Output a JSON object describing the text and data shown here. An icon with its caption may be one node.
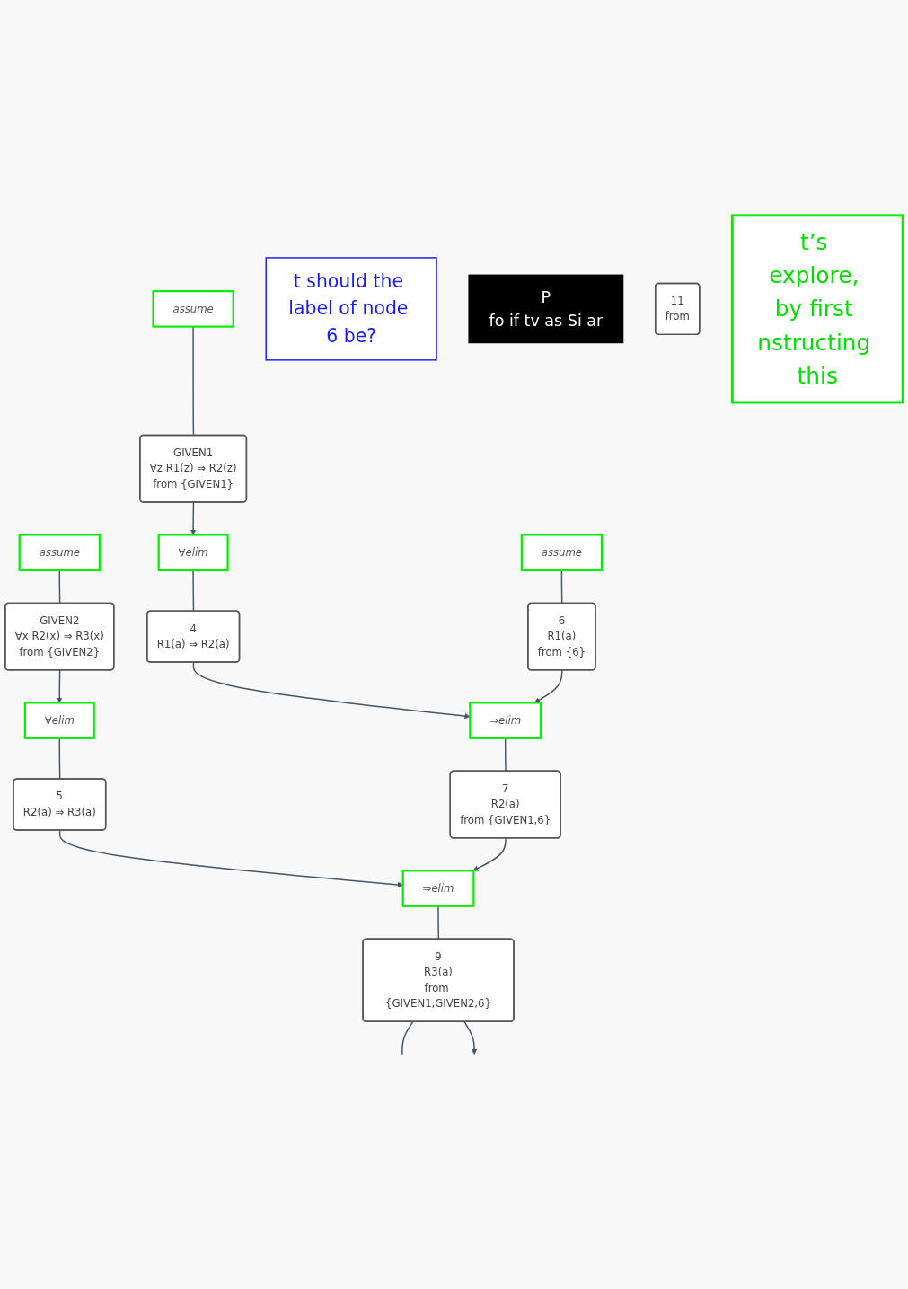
{
  "diagram": {
    "nodes": [
      {
        "text": [
          "assume"
        ]
      },
      {
        "text": [
          "GIVEN1",
          "∀z R1(z) ⇒ R2(z)",
          "from {GIVEN1}"
        ]
      },
      {
        "text": [
          "assume"
        ]
      },
      {
        "text": [
          "GIVEN2",
          "∀x R2(x) ⇒ R3(x)",
          "from {GIVEN2}"
        ]
      },
      {
        "text": [
          "∀elim"
        ]
      },
      {
        "text": [
          "∀elim"
        ]
      },
      {
        "text": [
          "4",
          "R1(a) ⇒ R2(a)"
        ]
      },
      {
        "text": [
          "5",
          "R2(a) ⇒ R3(a)"
        ]
      },
      {
        "text": [
          "t should the label of node 6 be?"
        ]
      },
      {
        "text": [
          "assume"
        ]
      },
      {
        "text": [
          "6",
          "R1(a)",
          "from {6}"
        ]
      },
      {
        "text": [
          "⇒elim"
        ]
      },
      {
        "text": [
          "7",
          "R2(a)",
          "from {GIVEN1,6}"
        ]
      },
      {
        "text": [
          "⇒elim"
        ]
      },
      {
        "text": [
          "9",
          "R3(a)",
          "from {GIVEN1,GIVEN2,6}"
        ]
      },
      {
        "text": [
          "P",
          "fo if tv as Si ar"
        ]
      },
      {
        "text": [
          "11",
          "from"
        ]
      },
      {
        "text": [
          "t’s explore, by first nstructing this"
        ]
      }
    ],
    "edges": [
      {
        "from": 0,
        "to": 1,
        "arrow": "none"
      },
      {
        "from": 1,
        "to": 4,
        "arrow": "to"
      },
      {
        "from": 2,
        "to": 3,
        "arrow": "none"
      },
      {
        "from": 3,
        "to": 5,
        "arrow": "to"
      },
      {
        "from": 4,
        "to": 6,
        "arrow": "none"
      },
      {
        "from": 5,
        "to": 7,
        "arrow": "none"
      },
      {
        "from": 9,
        "to": 10,
        "arrow": "none"
      },
      {
        "from": 6,
        "to": 11,
        "arrow": "to"
      },
      {
        "from": 10,
        "to": 11,
        "arrow": "to"
      },
      {
        "from": 11,
        "to": 12,
        "arrow": "none"
      },
      {
        "from": 7,
        "to": 13,
        "arrow": "to"
      },
      {
        "from": 12,
        "to": 13,
        "arrow": "to"
      },
      {
        "from": 13,
        "to": 14,
        "arrow": "none"
      },
      {
        "from": 14,
        "to": null,
        "arrow": "none"
      },
      {
        "from": 14,
        "to": null,
        "arrow": "to"
      }
    ]
  }
}
